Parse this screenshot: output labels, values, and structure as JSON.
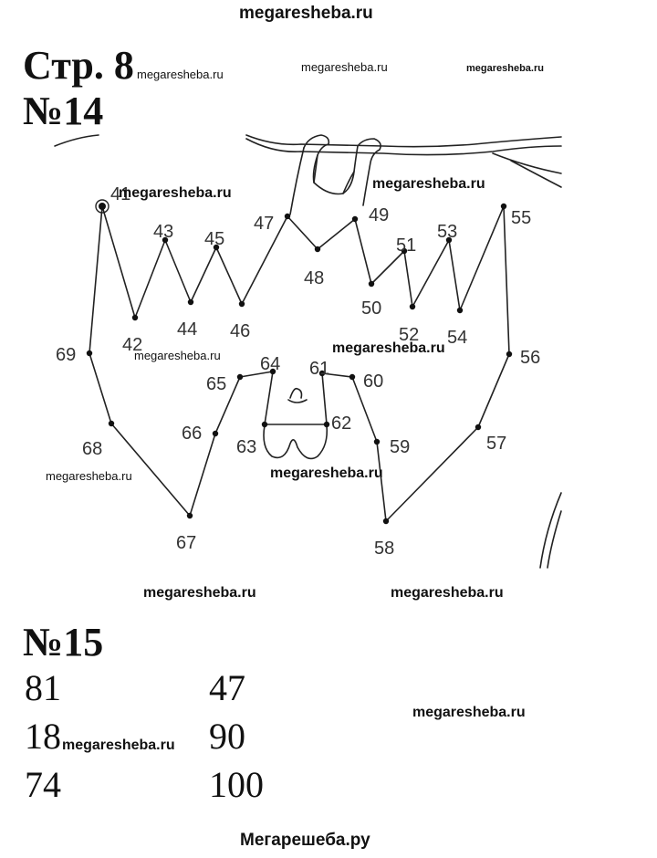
{
  "watermarks": {
    "top": "megaresheba.ru",
    "after_page": "megaresheba.ru",
    "header_mid": "megaresheba.ru",
    "header_right": "megaresheba.ru",
    "fig_upper_left": "megaresheba.ru",
    "fig_upper_right": "megaresheba.ru",
    "fig_mid_left": "megaresheba.ru",
    "fig_mid_right": "megaresheba.ru",
    "fig_lower_left": "megaresheba.ru",
    "fig_lower_mid": "megaresheba.ru",
    "below_fig_left": "megaresheba.ru",
    "below_fig_right": "megaresheba.ru",
    "answers_right": "megaresheba.ru",
    "answers_overlap": "megaresheba.ru",
    "footer": "Мегарешеба.ру"
  },
  "page_label": "Стр. 8",
  "task14": {
    "number": "№14",
    "dot_labels": [
      "41",
      "42",
      "43",
      "44",
      "45",
      "46",
      "47",
      "48",
      "49",
      "50",
      "51",
      "52",
      "53",
      "54",
      "55",
      "56",
      "57",
      "58",
      "59",
      "60",
      "61",
      "62",
      "63",
      "64",
      "65",
      "66",
      "67",
      "68",
      "69"
    ]
  },
  "task15": {
    "number": "№15",
    "left_column": [
      "81",
      "18",
      "74"
    ],
    "right_column": [
      "47",
      "90",
      "100"
    ]
  }
}
